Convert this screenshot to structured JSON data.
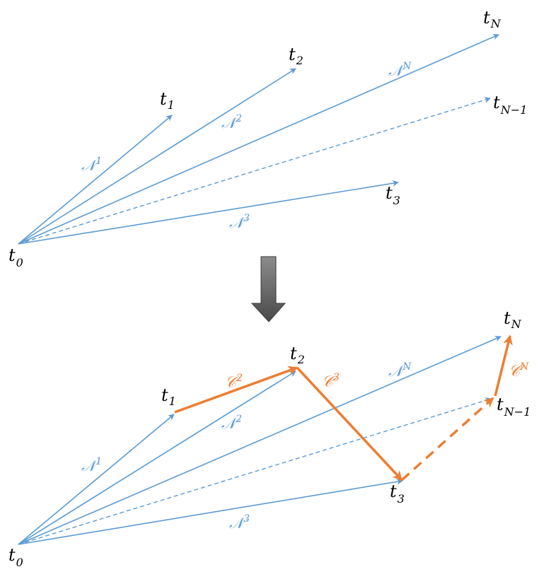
{
  "colors": {
    "blue": "#5b9bd5",
    "orange": "#ed7d31",
    "arrow_fill_top": "#8c8c8c",
    "arrow_fill_bottom": "#4a4a4a"
  },
  "labels": {
    "t": "t",
    "t0_sub": "0",
    "t1_sub": "1",
    "t2_sub": "2",
    "t3_sub": "3",
    "tN1_sub": "N−1",
    "tN_sub": "N",
    "n_symbol": "𝒩",
    "c_symbol": "𝒞",
    "sup1": "1",
    "sup2": "2",
    "sup3": "3",
    "supN": "N"
  }
}
